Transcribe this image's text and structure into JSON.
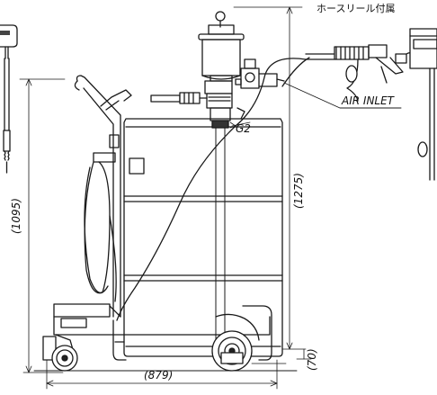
{
  "labels": {
    "hose_reel": "ホースリール付属",
    "air_inlet": "AIR INLET",
    "fitting_code": "G2"
  },
  "dimensions": {
    "width": "(879)",
    "overall_height": "(1275)",
    "drum_height": "(1095)",
    "base_offset": "(70)"
  }
}
